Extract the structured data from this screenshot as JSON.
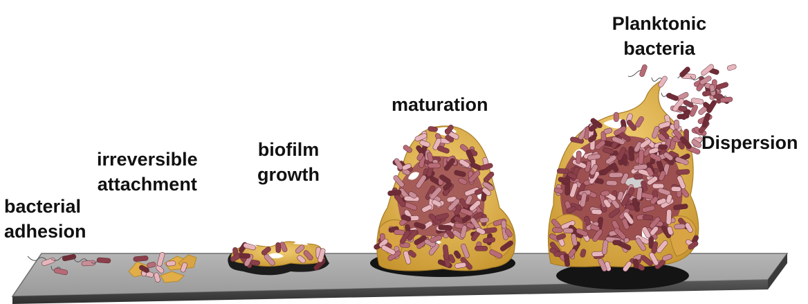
{
  "stages": {
    "adhesion": [
      "bacterial",
      "adhesion"
    ],
    "irreversible": [
      "irreversible",
      "attachment"
    ],
    "growth": [
      "biofilm",
      "growth"
    ],
    "maturation": [
      "maturation"
    ],
    "planktonic": [
      "Planktonic",
      "bacteria"
    ],
    "dispersion": [
      "Dispersion"
    ]
  },
  "colors": {
    "matrix": "#e8b84a",
    "matrix_dark": "#b88a2a",
    "cell_dark": "#8a3f4a",
    "cell_mid": "#b76b77",
    "cell_light": "#e7b6bd",
    "surface_top": "#a8a8a8",
    "surface_front": "#4a4a4a",
    "shadow": "#1a1a1a"
  }
}
